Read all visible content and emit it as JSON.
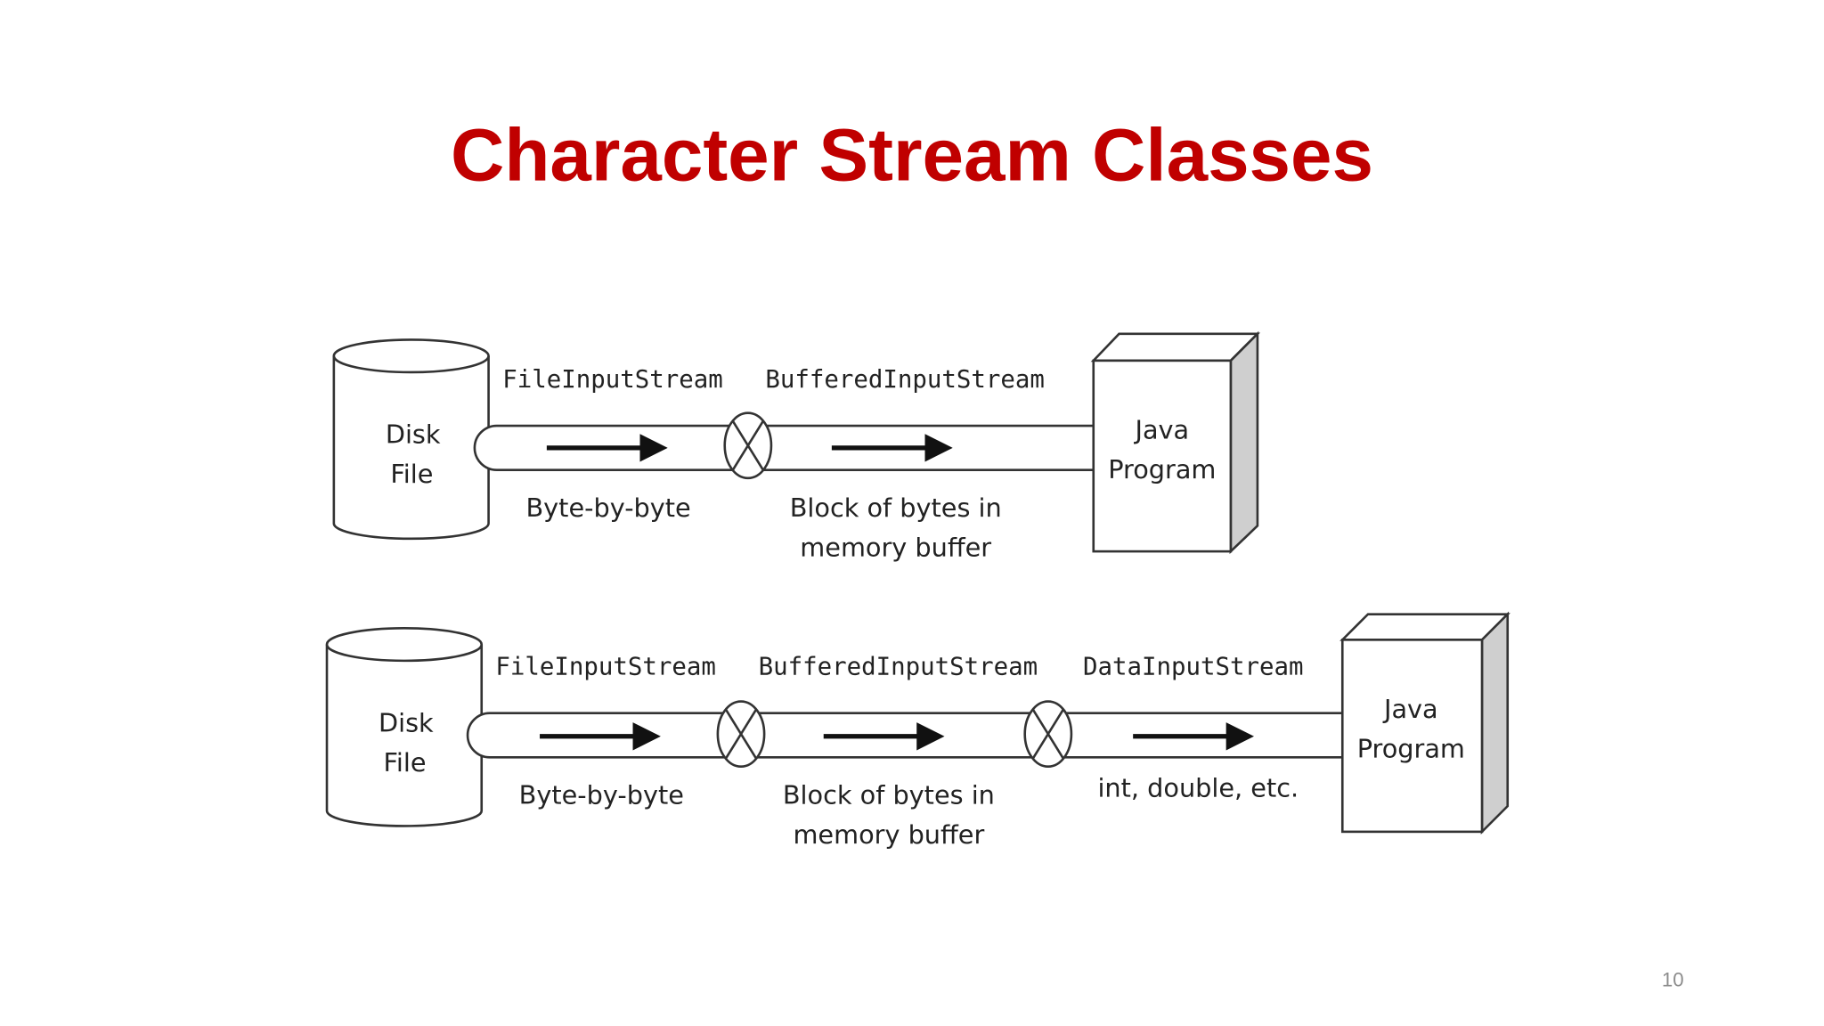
{
  "slide": {
    "title": "Character Stream Classes",
    "page_number": "10",
    "title_color": "#C00000"
  },
  "diagram_top": {
    "source": [
      "Disk",
      "File"
    ],
    "streams": [
      "FileInputStream",
      "BufferedInputStream"
    ],
    "captions": [
      "Byte-by-byte",
      "Block of bytes in",
      "memory buffer"
    ],
    "target": [
      "Java",
      "Program"
    ]
  },
  "diagram_bottom": {
    "source": [
      "Disk",
      "File"
    ],
    "streams": [
      "FileInputStream",
      "BufferedInputStream",
      "DataInputStream"
    ],
    "captions": [
      "Byte-by-byte",
      "Block of bytes in",
      "memory buffer",
      "int, double, etc."
    ],
    "target": [
      "Java",
      "Program"
    ]
  }
}
